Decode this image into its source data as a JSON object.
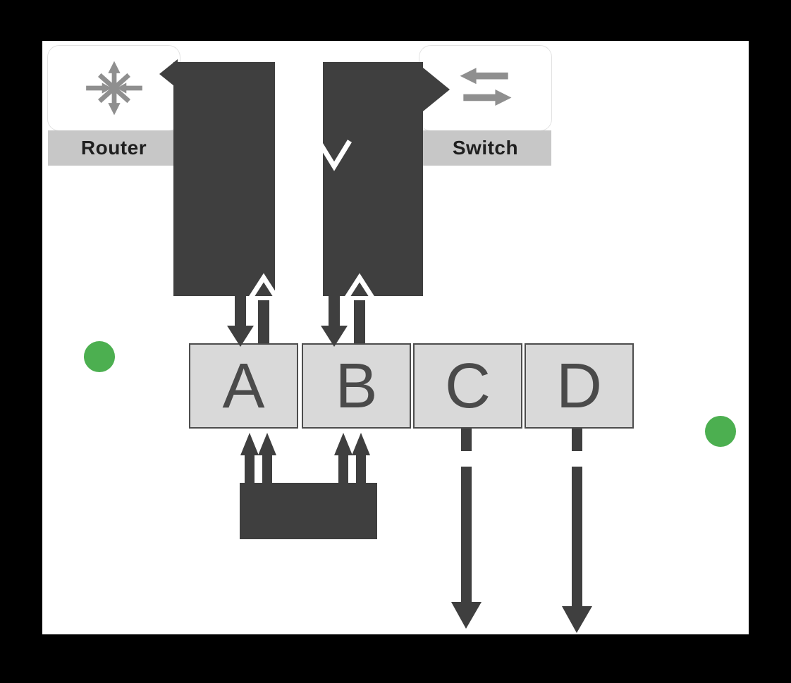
{
  "diagram": {
    "devices": [
      {
        "label": "Router",
        "icon": "router-icon"
      },
      {
        "label": "Switch",
        "icon": "switch-icon"
      }
    ],
    "interfaces": [
      {
        "label": "A"
      },
      {
        "label": "B"
      },
      {
        "label": "C"
      },
      {
        "label": "D"
      }
    ],
    "colors": {
      "background": "#000000",
      "canvas": "#ffffff",
      "arrow": "#3f3f3f",
      "device_icon": "#8f8f8f",
      "label_strip": "#c7c7c7",
      "label_text": "#1f1f1f",
      "box_fill": "#d9d9d9",
      "box_border": "#4d4d4d",
      "box_text": "#4a4a4a",
      "dot": "#4caf50"
    }
  }
}
